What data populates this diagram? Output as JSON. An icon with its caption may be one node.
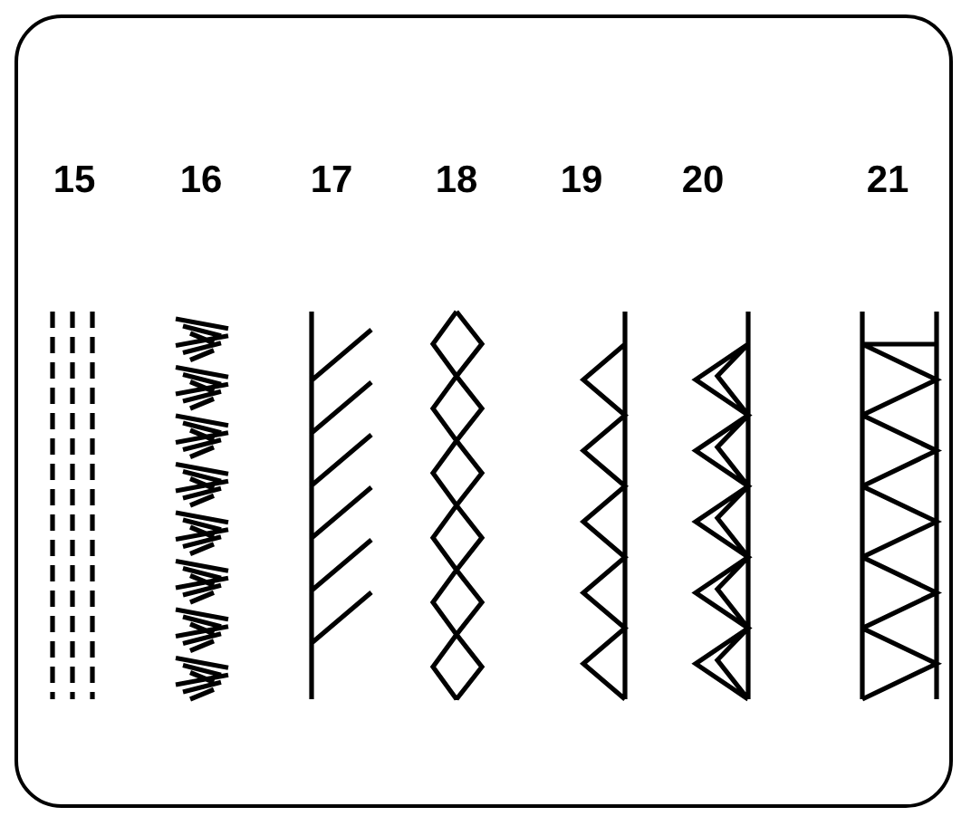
{
  "diagram": {
    "labels": [
      "15",
      "16",
      "17",
      "18",
      "19",
      "20",
      "21"
    ]
  }
}
